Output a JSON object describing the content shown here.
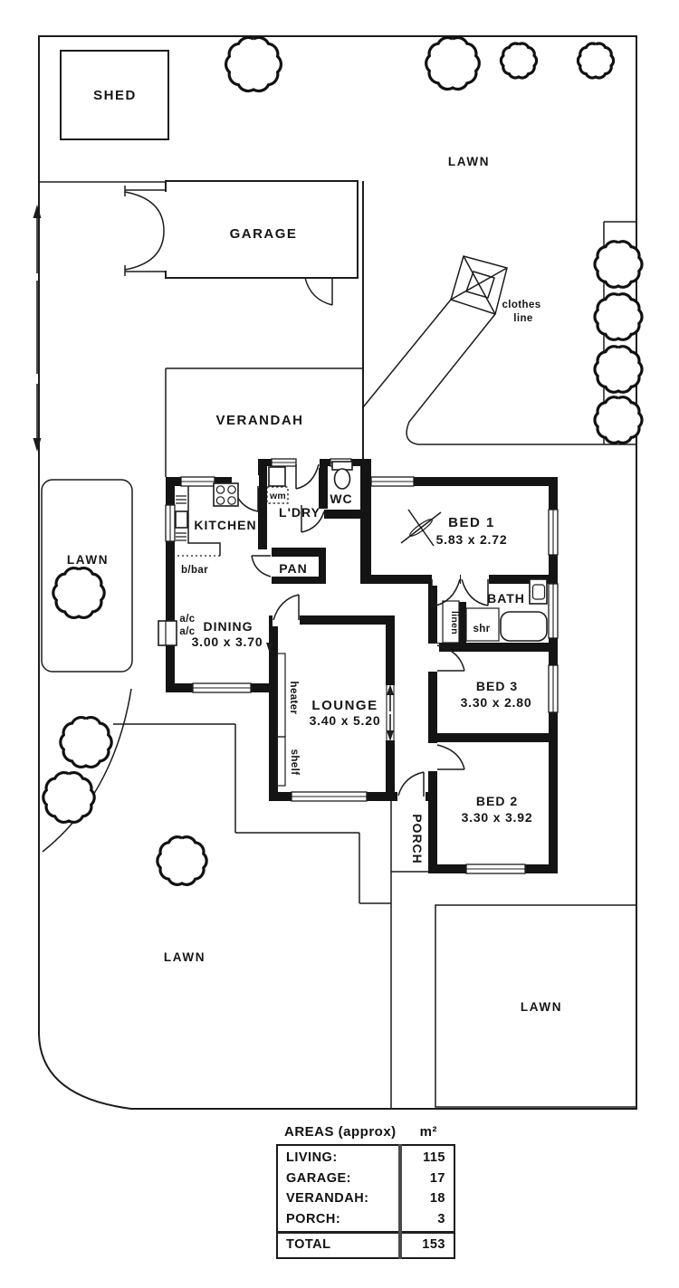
{
  "plan": {
    "shed": "SHED",
    "garage": "GARAGE",
    "verandah": "VERANDAH",
    "kitchen": "KITCHEN",
    "laundry": "L'DRY",
    "wc": "WC",
    "pan": "PAN",
    "bath": "BATH",
    "porch": "PORCH",
    "dining": {
      "name": "DINING",
      "dims": "3.00 x 3.70"
    },
    "lounge": {
      "name": "LOUNGE",
      "dims": "3.40 x 5.20"
    },
    "bed1": {
      "name": "BED 1",
      "dims": "5.83 x 2.72"
    },
    "bed2": {
      "name": "BED 2",
      "dims": "3.30 x 3.92"
    },
    "bed3": {
      "name": "BED 3",
      "dims": "3.30 x 2.80"
    },
    "lawn_top": "LAWN",
    "lawn_left": "LAWN",
    "lawn_bottom_left": "LAWN",
    "lawn_bottom_right": "LAWN",
    "clothes_line": [
      "clothes",
      "line"
    ],
    "fixtures": {
      "wm": "wm",
      "bbar": "b/bar",
      "shr": "shr",
      "linen": "linen",
      "heater": "heater",
      "shelf": "shelf",
      "ac_top": "a/c",
      "ac_bottom": "a/c"
    }
  },
  "areas_table": {
    "title": "AREAS (approx)",
    "unit": "m²",
    "rows": [
      {
        "label": "LIVING:",
        "value": "115"
      },
      {
        "label": "GARAGE:",
        "value": "17"
      },
      {
        "label": "VERANDAH:",
        "value": "18"
      },
      {
        "label": "PORCH:",
        "value": "3"
      }
    ],
    "total": {
      "label": "TOTAL",
      "value": "153"
    }
  }
}
